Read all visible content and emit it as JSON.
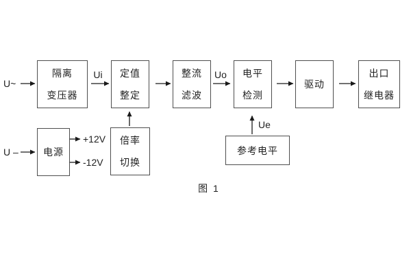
{
  "diagram": {
    "caption": "图 1",
    "boxes": [
      {
        "name": "isolation-transformer",
        "lines": [
          "隔离",
          "变压器"
        ]
      },
      {
        "name": "setting-adjust",
        "lines": [
          "定值",
          "整定"
        ]
      },
      {
        "name": "rectify-filter",
        "lines": [
          "整流",
          "滤波"
        ]
      },
      {
        "name": "level-detect",
        "lines": [
          "电平",
          "检测"
        ]
      },
      {
        "name": "driver",
        "lines": [
          "驱动"
        ]
      },
      {
        "name": "output-relay",
        "lines": [
          "出口",
          "继电器"
        ]
      },
      {
        "name": "power-supply",
        "lines": [
          "电源"
        ]
      },
      {
        "name": "ratio-switch",
        "lines": [
          "倍率",
          "切换"
        ]
      },
      {
        "name": "reference-level",
        "lines": [
          "参考电平"
        ]
      }
    ],
    "labels": {
      "input_ac": "U~",
      "input_dc": "U –",
      "ui": "Ui",
      "uo": "Uo",
      "ue": "Ue",
      "plus_12v": "+12V",
      "minus_12v": "-12V"
    },
    "colors": {
      "background": "#ffffff",
      "box_border": "#4d4d4d",
      "text": "#1f1f1f",
      "arrow": "#1a1a1a"
    }
  }
}
